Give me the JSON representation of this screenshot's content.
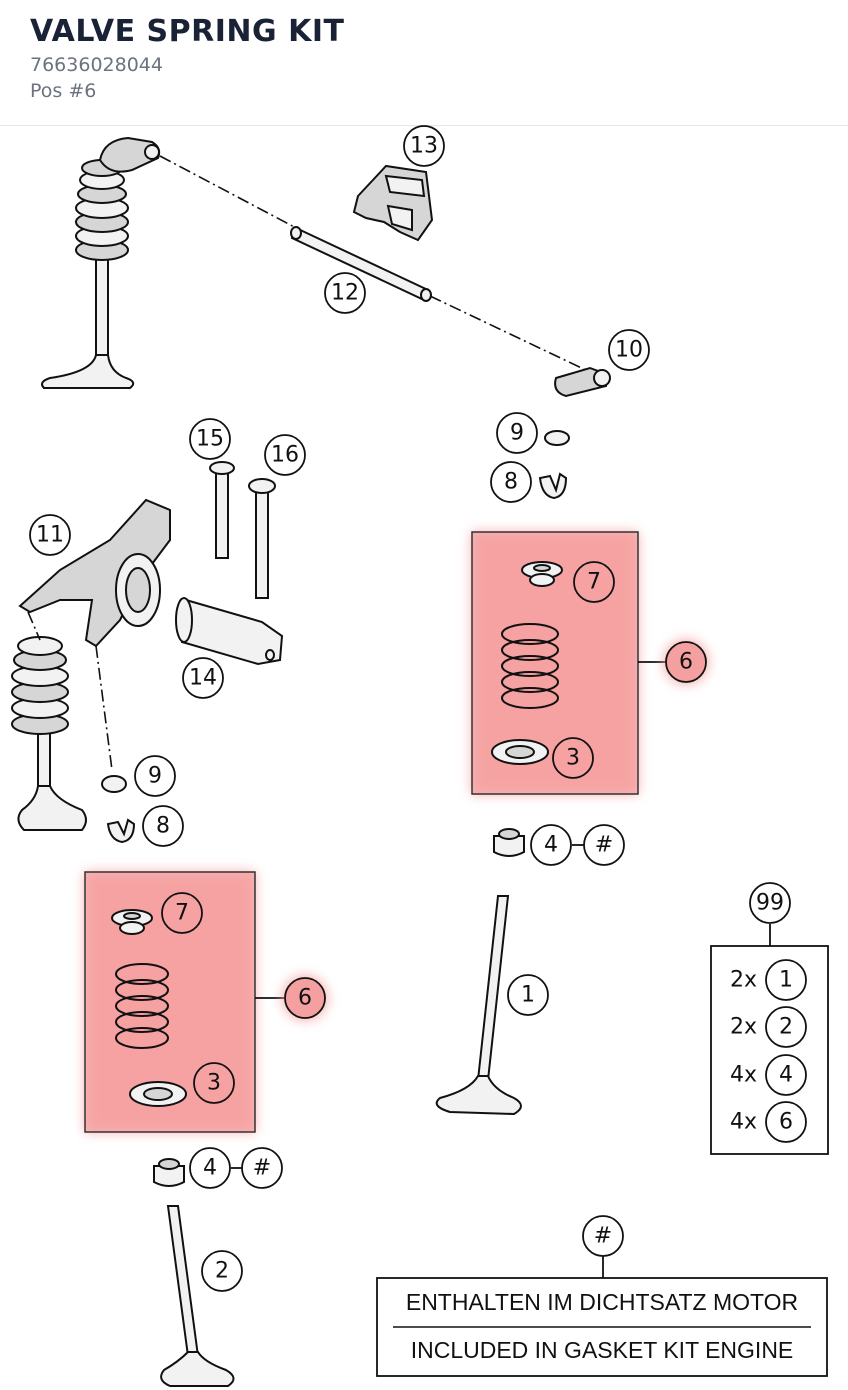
{
  "header": {
    "title": "VALVE SPRING KIT",
    "part_number": "76636028044",
    "position": "Pos #6"
  },
  "highlight_color": "#f5a0a0",
  "callouts": {
    "c13": "13",
    "c12": "12",
    "c10": "10",
    "c15": "15",
    "c16": "16",
    "c11": "11",
    "c14": "14",
    "c9_right": "9",
    "c8_right": "8",
    "c7_right": "7",
    "c6_right": "6",
    "c3_right": "3",
    "c4_right": "4",
    "hash_right": "#",
    "c9_left": "9",
    "c8_left": "8",
    "c7_left": "7",
    "c6_left": "6",
    "c3_left": "3",
    "c4_left": "4",
    "hash_left": "#",
    "c1": "1",
    "c2": "2",
    "c99": "99",
    "hash_note": "#"
  },
  "kit_box": {
    "rows": [
      {
        "qty": "2x",
        "part": "1"
      },
      {
        "qty": "2x",
        "part": "2"
      },
      {
        "qty": "4x",
        "part": "4"
      },
      {
        "qty": "4x",
        "part": "6"
      }
    ]
  },
  "note": {
    "line_de": "ENTHALTEN IM DICHTSATZ MOTOR",
    "line_en": "INCLUDED IN GASKET KIT ENGINE"
  }
}
